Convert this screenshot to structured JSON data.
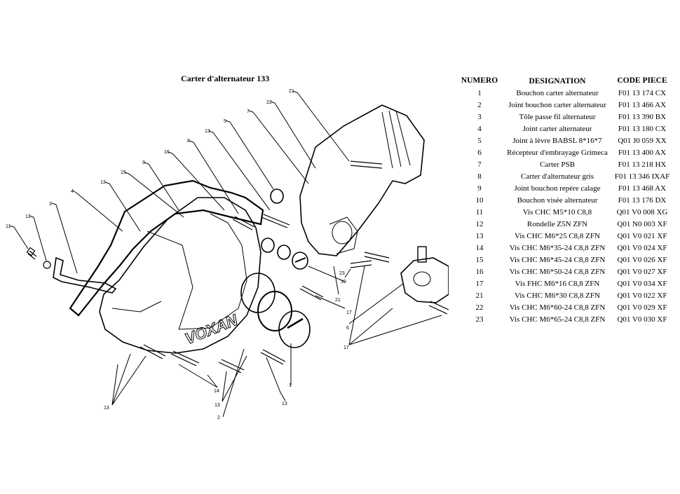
{
  "diagram": {
    "title": "Carter d'alternateur 133",
    "logo_text": "VOXAN",
    "callouts": [
      "1",
      "2",
      "3",
      "4",
      "5",
      "6",
      "7",
      "8",
      "9",
      "11",
      "12",
      "13",
      "13",
      "13",
      "13",
      "13",
      "14",
      "15",
      "16",
      "17",
      "17",
      "21",
      "21",
      "22",
      "23"
    ]
  },
  "table": {
    "headers": [
      "NUMERO",
      "DESIGNATION",
      "CODE PIECE"
    ],
    "rows": [
      [
        "1",
        "Bouchon carter alternateur",
        "F01 13 174 CX"
      ],
      [
        "2",
        "Joint bouchon carter alternateur",
        "F01 13 466 AX"
      ],
      [
        "3",
        "Tôle passe fil alternateur",
        "F01 13 390 BX"
      ],
      [
        "4",
        "Joint carter alternateur",
        "F01 13 180 CX"
      ],
      [
        "5",
        "Joint à lèvre BABSL 8*16*7",
        "Q01 J0 059 XX"
      ],
      [
        "6",
        "Récepteur d'embrayage Grimeca",
        "F01 13 400 AX"
      ],
      [
        "7",
        "Carter PSB",
        "F01 13 218 HX"
      ],
      [
        "8",
        "Carter d'alternateur gris",
        "F01 13 346 IXAF"
      ],
      [
        "9",
        "Joint bouchon repère calage",
        "F01 13 468 AX"
      ],
      [
        "10",
        "Bouchon visée alternateur",
        "F01 13 176 DX"
      ],
      [
        "11",
        "Vis CHC M5*10 C8,8",
        "Q01 V0 008 XG"
      ],
      [
        "12",
        "Rondelle Z5N ZFN",
        "Q01 N0 003 XF"
      ],
      [
        "13",
        "Vis CHC M6*25 C8,8 ZFN",
        "Q01 V0 021 XF"
      ],
      [
        "14",
        "Vis CHC M6*35-24 C8,8 ZFN",
        "Q01 V0 024 XF"
      ],
      [
        "15",
        "Vis CHC M6*45-24 C8,8 ZFN",
        "Q01 V0 026 XF"
      ],
      [
        "16",
        "Vis CHC M6*50-24 C8,8 ZFN",
        "Q01 V0 027 XF"
      ],
      [
        "17",
        "Vis FHC M6*16 C8,8 ZFN",
        "Q01 V0 034 XF"
      ],
      [
        "21",
        "Vis CHC M6*30 C8,8 ZFN",
        "Q01 V0 022 XF"
      ],
      [
        "22",
        "Vis CHC M6*60-24 C8,8 ZFN",
        "Q01 V0 029 XF"
      ],
      [
        "23",
        "Vis CHC M6*65-24 C8,8 ZFN",
        "Q01 V0 030 XF"
      ]
    ]
  }
}
